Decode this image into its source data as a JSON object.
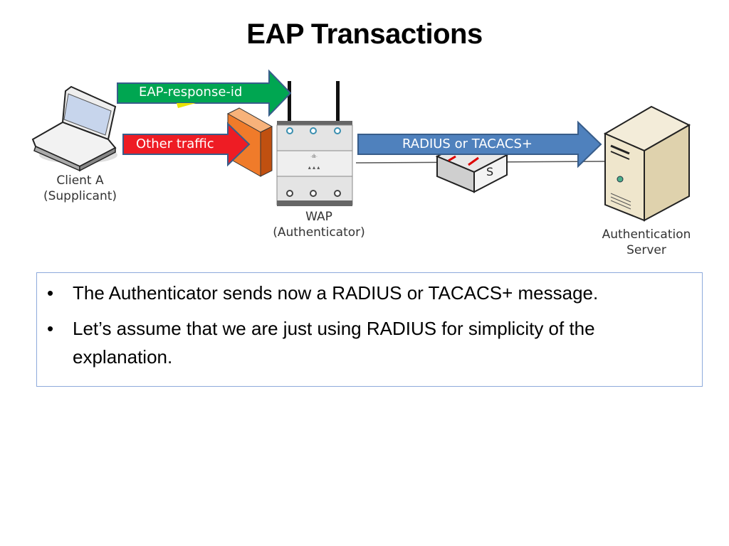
{
  "slide": {
    "title": "EAP Transactions"
  },
  "diagram": {
    "nodes": {
      "client": {
        "line1": "Client A",
        "line2": "(Supplicant)",
        "icon": "laptop-icon"
      },
      "wap": {
        "line1": "WAP",
        "line2": "(Authenticator)",
        "icon": "wireless-access-point-icon"
      },
      "firewall": {
        "icon": "firewall-icon"
      },
      "switch": {
        "badge": "S",
        "icon": "switch-icon"
      },
      "server": {
        "line1": "Authentication",
        "line2": "Server",
        "icon": "server-icon"
      }
    },
    "arrows": {
      "eap": {
        "label": "EAP-response-id",
        "color": "#00a651"
      },
      "other": {
        "label": "Other traffic",
        "color": "#ee1c24"
      },
      "radius": {
        "label": "RADIUS or TACACS+",
        "color": "#4f81bd"
      }
    }
  },
  "bullets": [
    {
      "marker": "•",
      "text": "The Authenticator sends now a RADIUS or TACACS+ message."
    },
    {
      "marker": "•",
      "text": "Let’s assume that we are just using RADIUS for simplicity of the explanation."
    }
  ]
}
